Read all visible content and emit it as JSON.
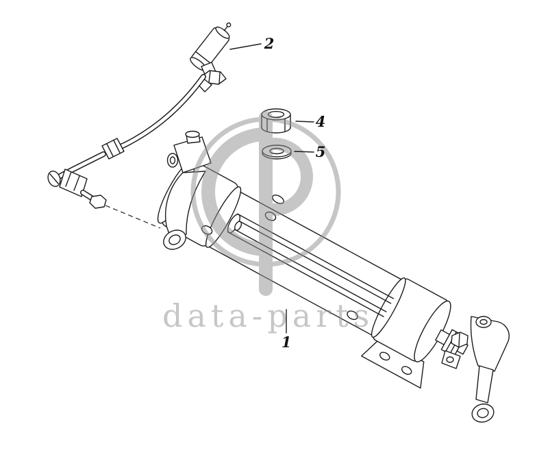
{
  "figure": {
    "type": "exploded-parts-diagram",
    "background": "#ffffff",
    "line_color": "#1c1c1c"
  },
  "watermark": {
    "text": "data-parts",
    "color": "#8f8f8f"
  },
  "callouts": [
    {
      "id": "1"
    },
    {
      "id": "2"
    },
    {
      "id": "4"
    },
    {
      "id": "5"
    }
  ]
}
